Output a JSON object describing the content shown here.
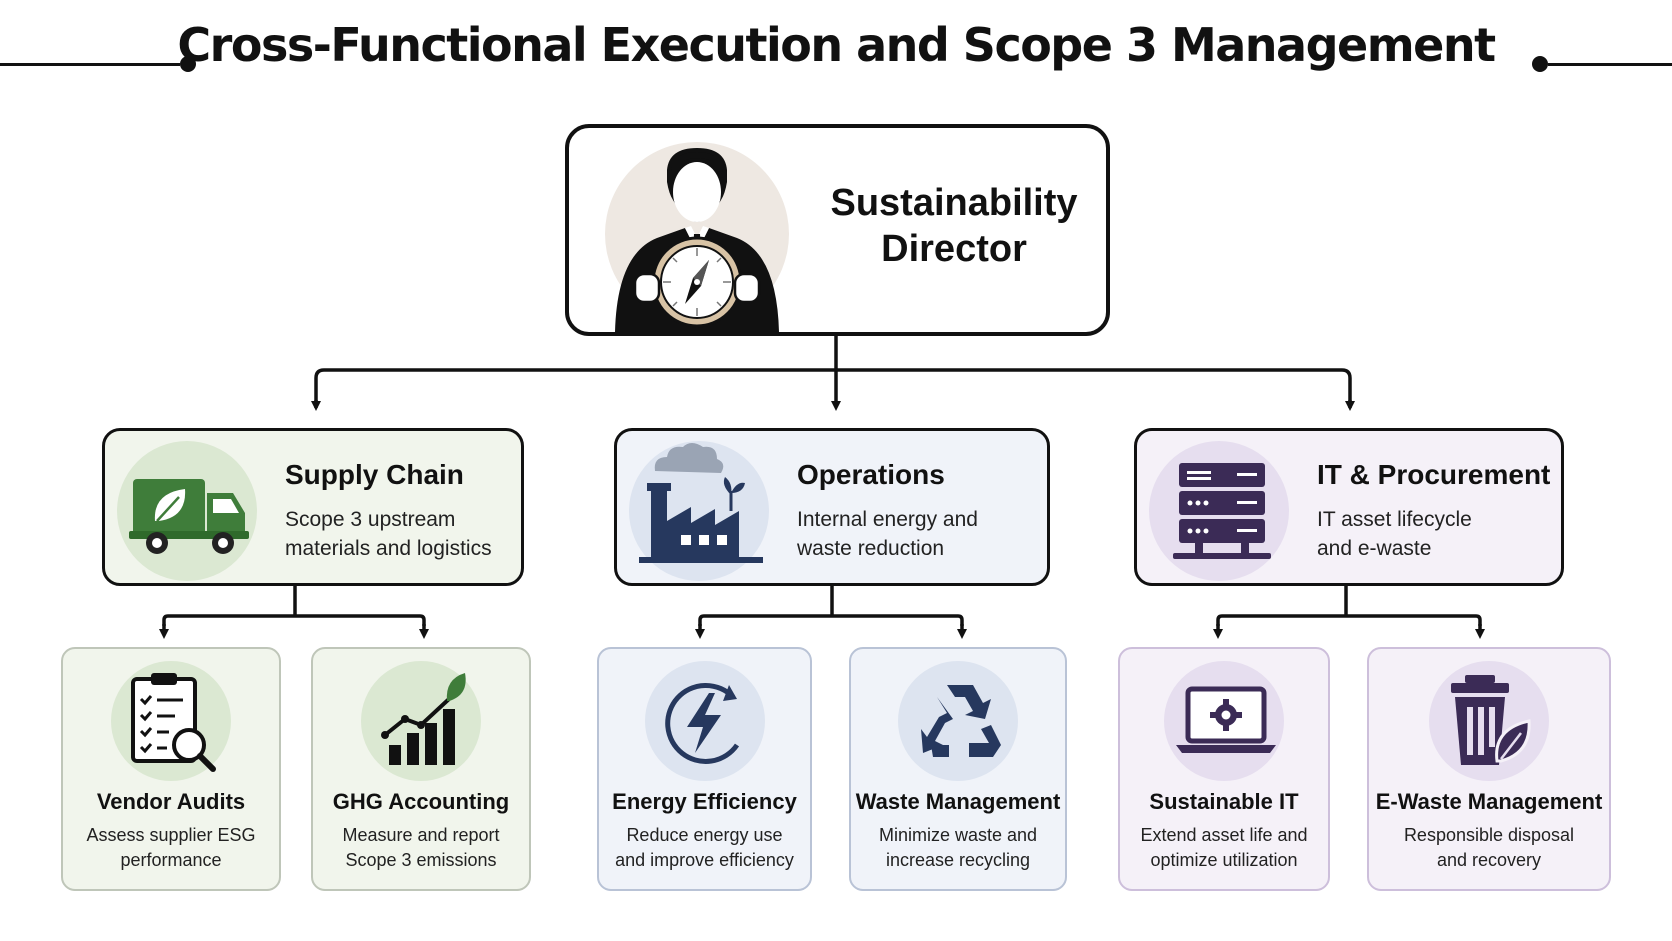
{
  "title": "Cross-Functional Execution and Scope 3 Management",
  "director": {
    "title_line1": "Sustainability",
    "title_line2": "Director",
    "icon": "businessman-compass-icon"
  },
  "departments": [
    {
      "title": "Supply Chain",
      "desc_line1": "Scope 3 upstream",
      "desc_line2": "materials and logistics",
      "icon": "eco-truck-icon",
      "color": "#3f7d3a"
    },
    {
      "title": "Operations",
      "desc_line1": "Internal energy and",
      "desc_line2": "waste reduction",
      "icon": "factory-icon",
      "color": "#26385e"
    },
    {
      "title": "IT & Procurement",
      "desc_line1": "IT asset lifecycle",
      "desc_line2": "and e-waste",
      "icon": "server-rack-icon",
      "color": "#3b2b56"
    }
  ],
  "leaves": [
    {
      "title": "Vendor Audits",
      "desc_line1": "Assess supplier ESG",
      "desc_line2": "performance",
      "icon": "clipboard-audit-icon"
    },
    {
      "title": "GHG Accounting",
      "desc_line1": "Measure and report",
      "desc_line2": "Scope 3 emissions",
      "icon": "growth-chart-icon"
    },
    {
      "title": "Energy Efficiency",
      "desc_line1": "Reduce energy use",
      "desc_line2": "and improve efficiency",
      "icon": "energy-bolt-icon"
    },
    {
      "title": "Waste Management",
      "desc_line1": "Minimize waste and",
      "desc_line2": "increase recycling",
      "icon": "recycle-icon"
    },
    {
      "title": "Sustainable IT",
      "desc_line1": "Extend asset life and",
      "desc_line2": "optimize utilization",
      "icon": "laptop-gear-icon"
    },
    {
      "title": "E-Waste Management",
      "desc_line1": "Responsible disposal",
      "desc_line2": "and recovery",
      "icon": "trash-leaf-icon"
    }
  ],
  "colors": {
    "green_fill": "#f1f5ec",
    "green_circle": "#dbe8d2",
    "blue_fill": "#f0f3f9",
    "blue_circle": "#dde4f0",
    "purple_fill": "#f5f1f8",
    "purple_circle": "#e6deef"
  }
}
